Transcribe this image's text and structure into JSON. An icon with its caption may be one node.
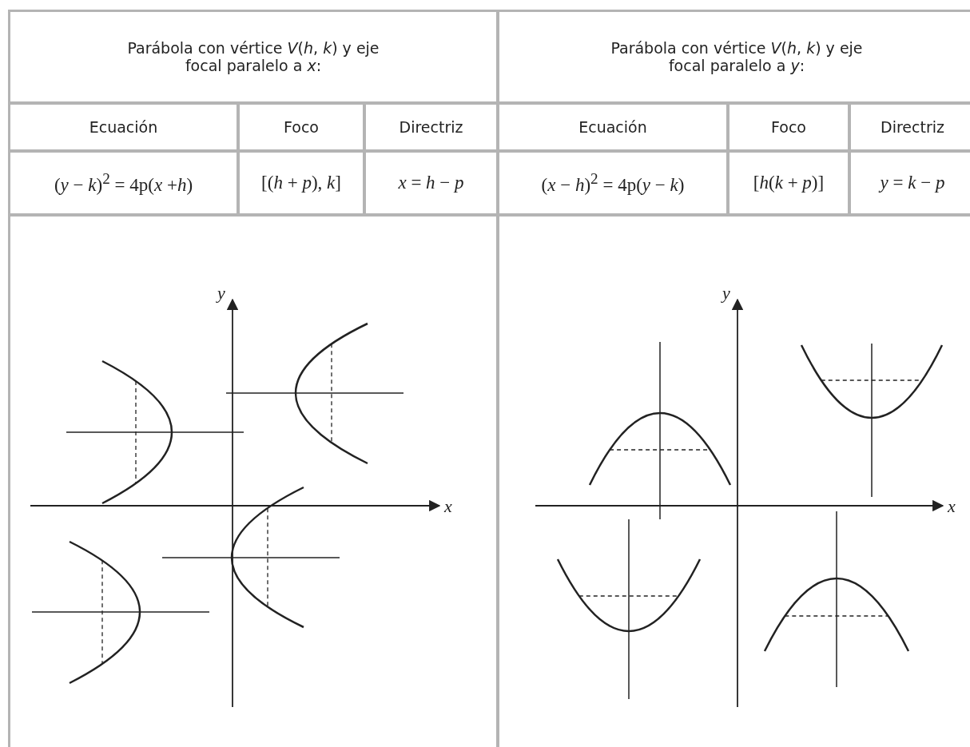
{
  "diagram": {
    "labels": [
      "Parábola con vértice *V*(*h*, *k*) y eje focal paralelo a *x*:",
      "Parábola con vértice *V*(*h*, *k*) y eje focal paralelo a *y*:",
      "Ecuación",
      "Foco",
      "Directriz",
      "Ecuación",
      "Foco",
      "Directriz",
      "(*y* − *k*)$^{2}$ = 4p(*x* +*h*)",
      "[(*h* + *p*), *k*]",
      "*x* = *h* − *p*",
      "(*x* − *h*)$^{2}$ = 4p(*y* − *k*)",
      "[*h*(*k* + *p*)]",
      "*y* = *k* − *p*",
      "y",
      "x",
      "y",
      "x"
    ]
  }
}
